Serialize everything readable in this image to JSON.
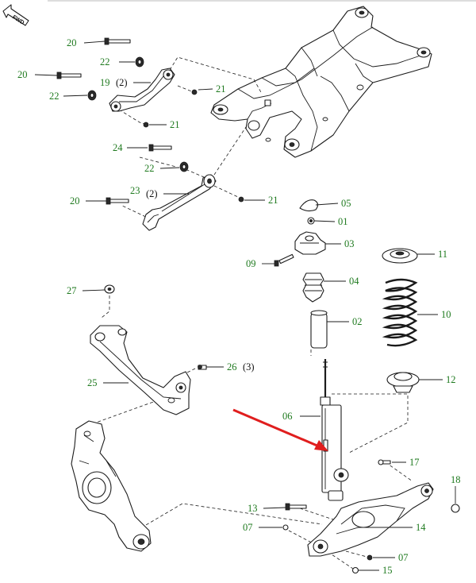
{
  "fwd_label": "FWD",
  "colors": {
    "part_number": "#1f7a1f",
    "quantity": "#111111",
    "arrow": "#e01e1e",
    "line": "#1c1c1c"
  },
  "callouts": {
    "c20a": "20",
    "c22a": "22",
    "c20b": "20",
    "c19": "19",
    "q19": "(2)",
    "c22b": "22",
    "c21a": "21",
    "c21b": "21",
    "c24": "24",
    "c22c": "22",
    "c23": "23",
    "q23": "(2)",
    "c20c": "20",
    "c21c": "21",
    "c05": "05",
    "c01": "01",
    "c03": "03",
    "c09": "09",
    "c04": "04",
    "c02": "02",
    "c11": "11",
    "c10": "10",
    "c12": "12",
    "c27": "27",
    "c26": "26",
    "q26": "(3)",
    "c25": "25",
    "c06": "06",
    "c17": "17",
    "c18": "18",
    "c13": "13",
    "c07a": "07",
    "c14": "14",
    "c07b": "07",
    "c15": "15"
  },
  "highlight_arrow": {
    "target_part": "06",
    "color": "#e01e1e"
  }
}
